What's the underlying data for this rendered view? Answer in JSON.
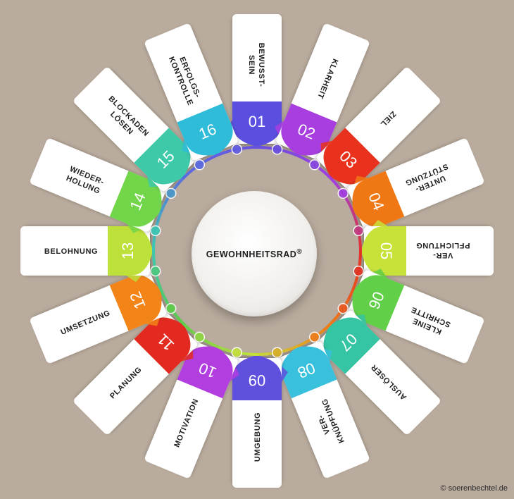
{
  "title": "GEWOHNHEITSRAD",
  "title_mark": "®",
  "credit": "© soerenbechtel.de",
  "steps": [
    {
      "num": "01",
      "lines": [
        "BEWUSST-",
        "SEIN"
      ],
      "color": "#5b4fe0"
    },
    {
      "num": "02",
      "lines": [
        "KLARHEIT"
      ],
      "color": "#a83ee0"
    },
    {
      "num": "03",
      "lines": [
        "ZIEL"
      ],
      "color": "#e8321e"
    },
    {
      "num": "04",
      "lines": [
        "UNTER-",
        "STÜTZUNG"
      ],
      "color": "#f07814"
    },
    {
      "num": "05",
      "lines": [
        "VER-",
        "PFLICHTUNG"
      ],
      "color": "#c9e23a"
    },
    {
      "num": "06",
      "lines": [
        "KLEINE",
        "SCHRITTE"
      ],
      "color": "#62cf48"
    },
    {
      "num": "07",
      "lines": [
        "AUSLÖSER"
      ],
      "color": "#35c4a4"
    },
    {
      "num": "08",
      "lines": [
        "VER-",
        "KNÜPFUNG"
      ],
      "color": "#38c0dc"
    },
    {
      "num": "09",
      "lines": [
        "UMGEBUNG"
      ],
      "color": "#6050de"
    },
    {
      "num": "10",
      "lines": [
        "MOTIVATION"
      ],
      "color": "#b23ee0"
    },
    {
      "num": "11",
      "lines": [
        "PLANUNG"
      ],
      "color": "#e32a20"
    },
    {
      "num": "12",
      "lines": [
        "UMSETZUNG"
      ],
      "color": "#f38418"
    },
    {
      "num": "13",
      "lines": [
        "BELOHNUNG"
      ],
      "color": "#bde03a"
    },
    {
      "num": "14",
      "lines": [
        "WIEDER-",
        "HOLUNG"
      ],
      "color": "#72d64a"
    },
    {
      "num": "15",
      "lines": [
        "BLOCKADEN",
        "LÖSEN"
      ],
      "color": "#3ec9a8"
    },
    {
      "num": "16",
      "lines": [
        "ERFOLGS-",
        "KONTROLLE"
      ],
      "color": "#2fbcd8"
    }
  ],
  "ring_colors": [
    "#6a4fe0",
    "#a23ee0",
    "#e23424",
    "#ef7d1a",
    "#c3e03c",
    "#5ccc4a",
    "#3cc6b4",
    "#5a6ae0"
  ]
}
